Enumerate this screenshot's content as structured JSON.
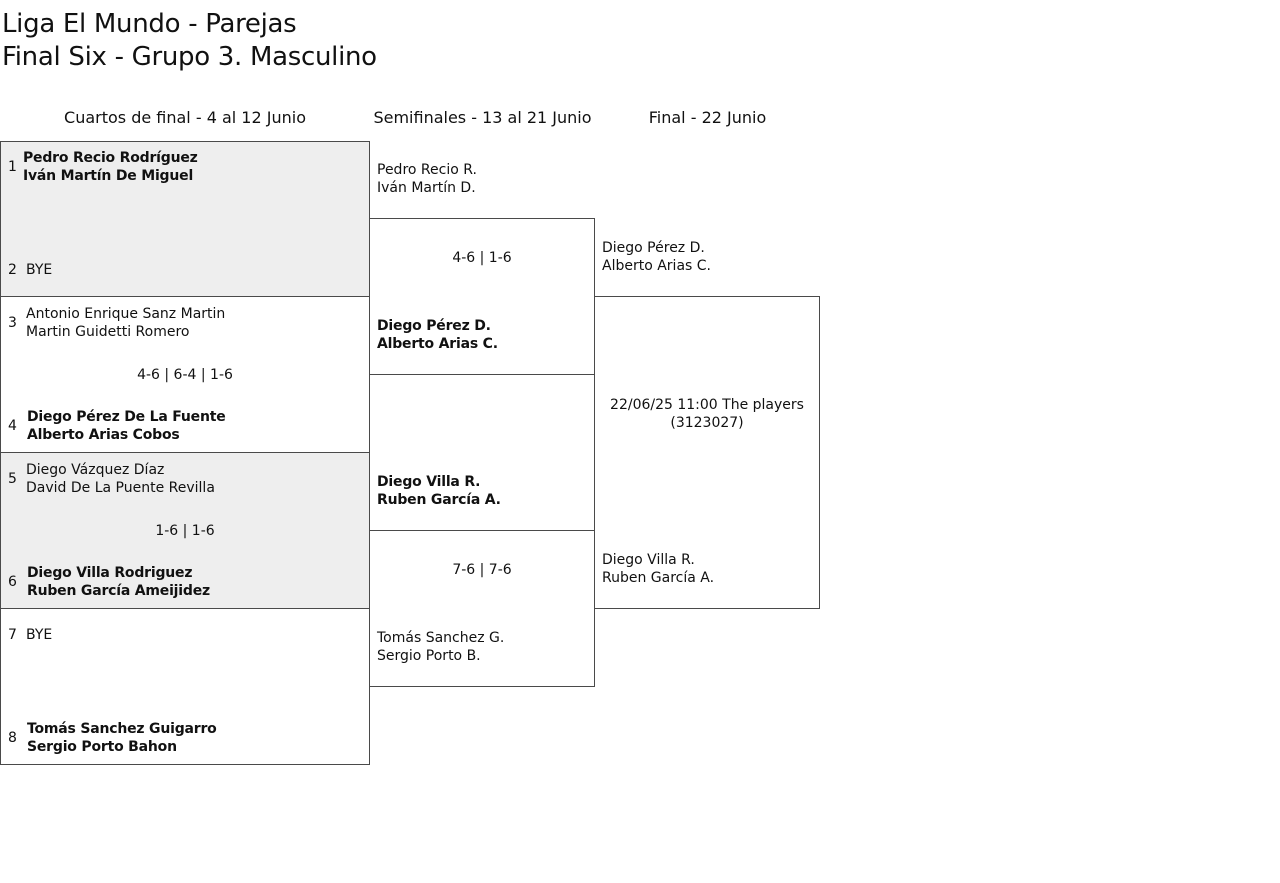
{
  "title": {
    "line1": "Liga El Mundo - Parejas",
    "line2": "Final Six - Grupo 3. Masculino"
  },
  "rounds": {
    "quarters": "Cuartos de final - 4 al 12 Junio",
    "semis": "Semifinales - 13 al 21 Junio",
    "final": "Final - 22 Junio"
  },
  "quarterfinals": [
    {
      "top": {
        "seed": "1",
        "player1": "Pedro Recio Rodríguez",
        "player2": "Iván Martín De Miguel",
        "winner": true
      },
      "score": "",
      "bottom": {
        "seed": "2",
        "player1": "BYE",
        "player2": "",
        "winner": false
      }
    },
    {
      "top": {
        "seed": "3",
        "player1": "Antonio Enrique Sanz Martin",
        "player2": "Martin Guidetti Romero",
        "winner": false
      },
      "score": "4-6 | 6-4 | 1-6",
      "bottom": {
        "seed": "4",
        "player1": "Diego Pérez De La Fuente",
        "player2": "Alberto Arias Cobos",
        "winner": true
      }
    },
    {
      "top": {
        "seed": "5",
        "player1": "Diego Vázquez Díaz",
        "player2": "David De La Puente Revilla",
        "winner": false
      },
      "score": "1-6 | 1-6",
      "bottom": {
        "seed": "6",
        "player1": "Diego Villa Rodriguez",
        "player2": "Ruben García Ameijidez",
        "winner": true
      }
    },
    {
      "top": {
        "seed": "7",
        "player1": "BYE",
        "player2": "",
        "winner": false
      },
      "score": "",
      "bottom": {
        "seed": "8",
        "player1": "Tomás Sanchez Guigarro",
        "player2": "Sergio Porto Bahon",
        "winner": true
      }
    }
  ],
  "semifinals": [
    {
      "top": {
        "player1": "Pedro Recio R.",
        "player2": "Iván Martín D.",
        "winner": false
      },
      "score": "4-6 | 1-6",
      "bottom": {
        "player1": "Diego Pérez D.",
        "player2": "Alberto Arias C.",
        "winner": true
      }
    },
    {
      "top": {
        "player1": "Diego Villa R.",
        "player2": "Ruben García A.",
        "winner": true
      },
      "score": "7-6 | 7-6",
      "bottom": {
        "player1": "Tomás Sanchez G.",
        "player2": "Sergio Porto B.",
        "winner": false
      }
    }
  ],
  "final": {
    "top": {
      "player1": "Diego Pérez D.",
      "player2": "Alberto Arias C."
    },
    "info_line1": "22/06/25 11:00 The players",
    "info_line2": "(3123027)",
    "bottom": {
      "player1": "Diego Villa R.",
      "player2": "Ruben García A."
    }
  }
}
